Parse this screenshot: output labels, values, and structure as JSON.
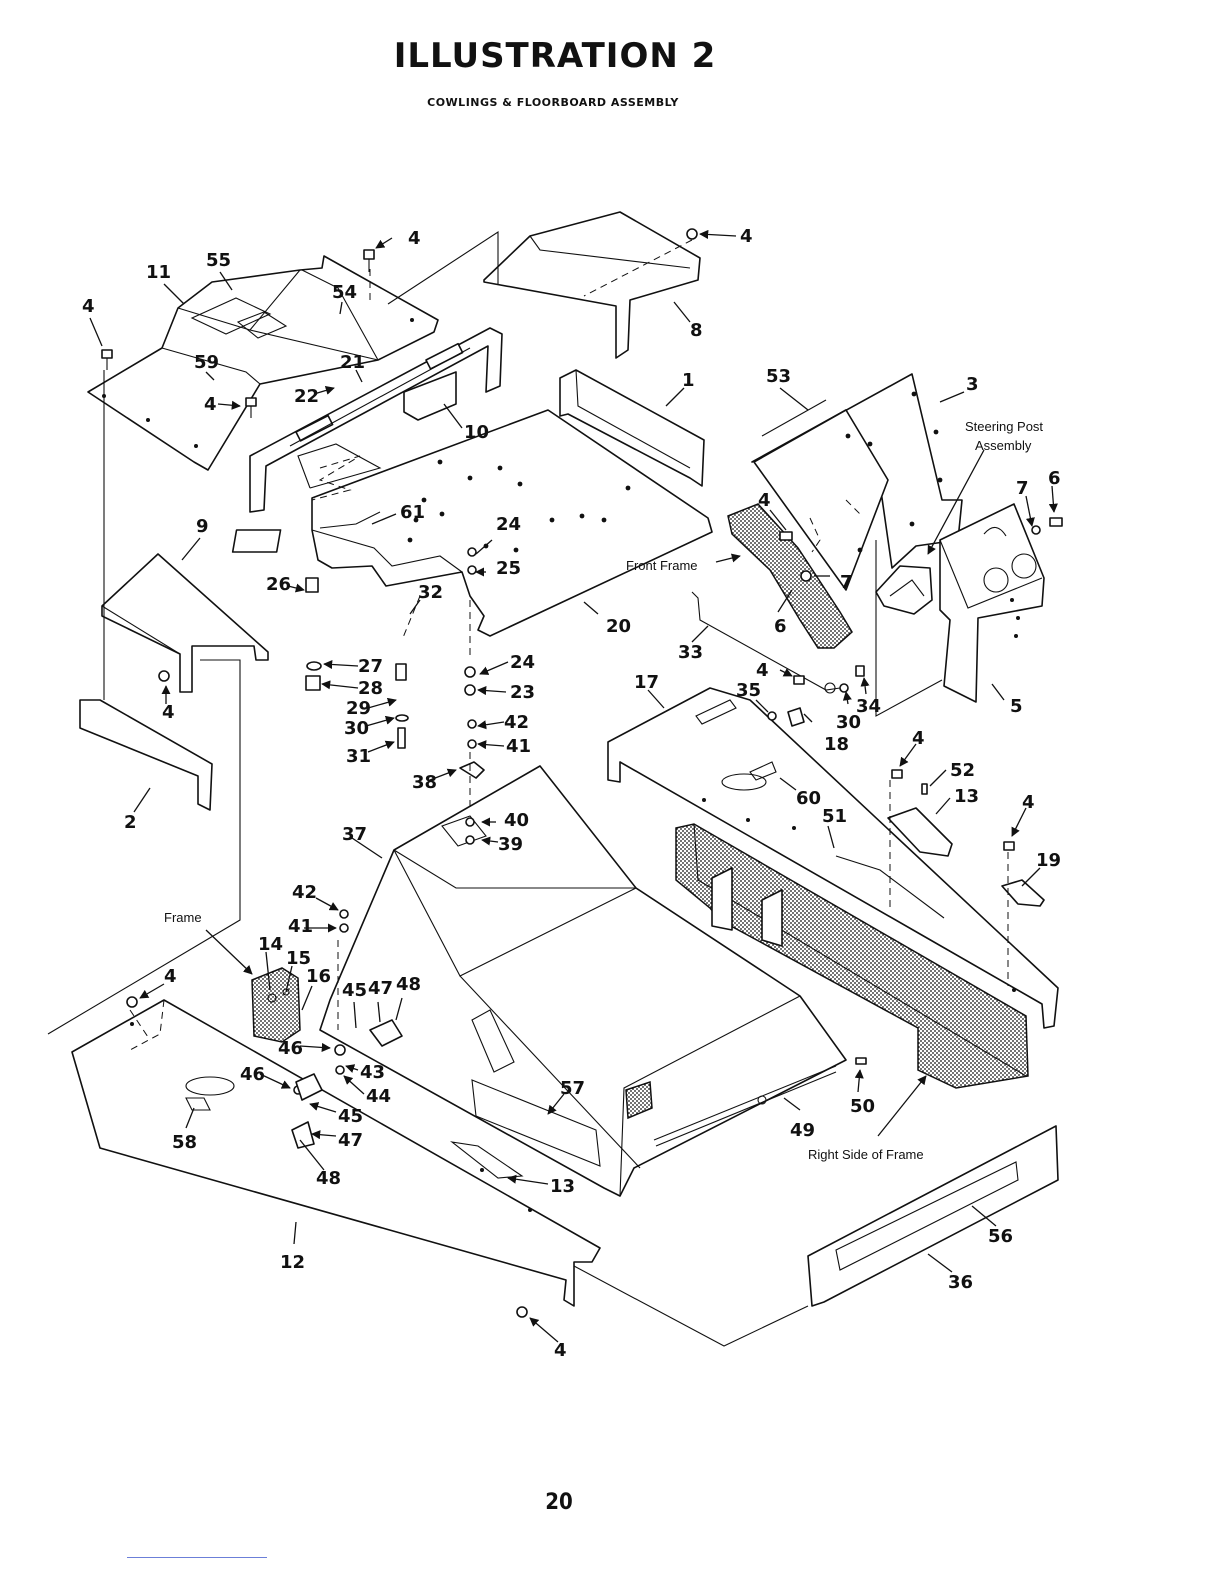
{
  "title": "ILLUSTRATION  2",
  "subtitle": "COWLINGS & FLOORBOARD ASSEMBLY",
  "page_number": "20",
  "annotations": {
    "steering_post_line1": "Steering Post",
    "steering_post_line2": "Assembly",
    "front_frame": "Front Frame",
    "frame": "Frame",
    "right_side_of_frame": "Right Side of Frame"
  },
  "part_numbers": [
    "1",
    "2",
    "3",
    "4",
    "5",
    "6",
    "7",
    "8",
    "9",
    "10",
    "11",
    "12",
    "13",
    "14",
    "15",
    "16",
    "17",
    "18",
    "19",
    "20",
    "21",
    "22",
    "23",
    "24",
    "25",
    "26",
    "27",
    "28",
    "29",
    "30",
    "31",
    "32",
    "33",
    "34",
    "35",
    "36",
    "37",
    "38",
    "39",
    "40",
    "41",
    "42",
    "43",
    "44",
    "45",
    "46",
    "47",
    "48",
    "49",
    "50",
    "51",
    "52",
    "53",
    "54",
    "55",
    "56",
    "57",
    "58",
    "59",
    "60",
    "61"
  ]
}
